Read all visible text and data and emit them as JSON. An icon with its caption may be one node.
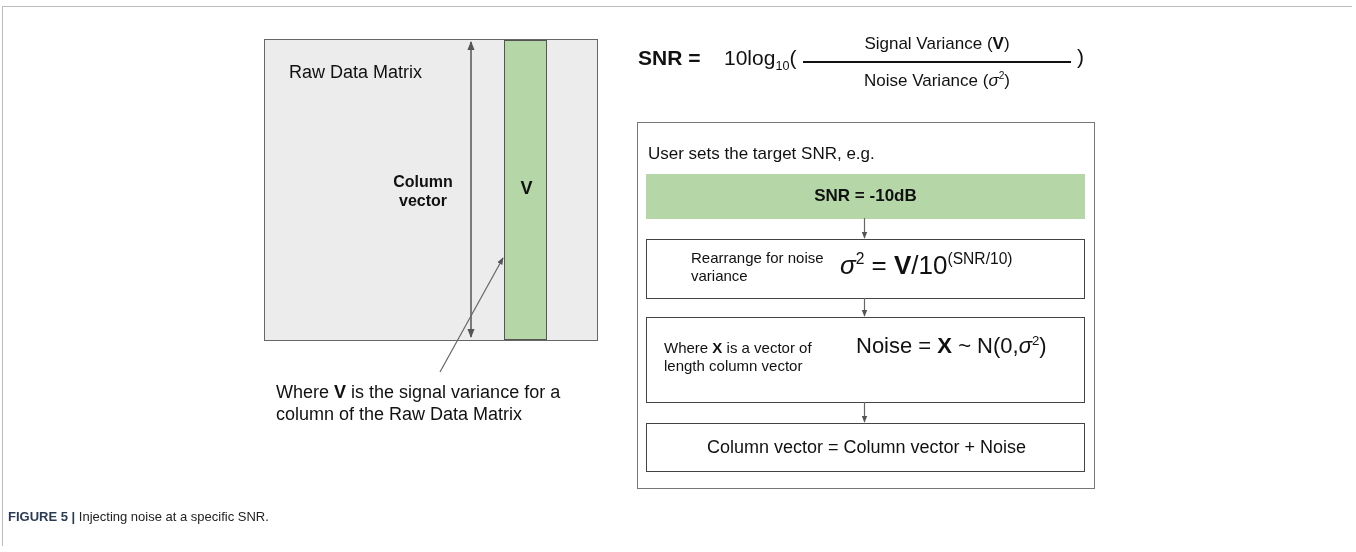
{
  "diagram": {
    "caption": "**FIGURE 5 |** Injecting noise at a specific SNR.",
    "nodes": [
      {
        "text": [
          "Raw Data Matrix"
        ]
      },
      {
        "text": [
          "V"
        ],
        "in": 0
      },
      {
        "text": [
          "Where **V** is the signal variance for a column of the Raw Data Matrix"
        ]
      },
      {
        "text": [
          "User sets the target SNR, e.g."
        ]
      },
      {
        "text": [
          "SNR = -10dB"
        ],
        "in": 3
      },
      {
        "text": [
          "Rearrange for noise variance",
          "*σ*$^{2}$ = **V**/10$^{(SNR/10)}$"
        ],
        "in": 3
      },
      {
        "text": [
          "Where **X** is a vector of length column vector",
          "Noise = **X** ~ N(0,*σ*$^{2}$)"
        ],
        "in": 3
      },
      {
        "text": [
          "Column vector = Column vector + Noise"
        ],
        "in": 3
      }
    ],
    "edges": [
      {
        "from": 2,
        "to": 1,
        "arrow": "to"
      },
      {
        "from": 4,
        "to": 5,
        "arrow": "to"
      },
      {
        "from": 5,
        "to": 6,
        "arrow": "to"
      },
      {
        "from": 6,
        "to": 7,
        "arrow": "to"
      }
    ],
    "labels": [
      "Column vector",
      "SNR =",
      "10log$_{10}$(",
      "Signal Variance (**V**)",
      "Noise Variance (*σ*$^{2}$)",
      ")"
    ]
  }
}
